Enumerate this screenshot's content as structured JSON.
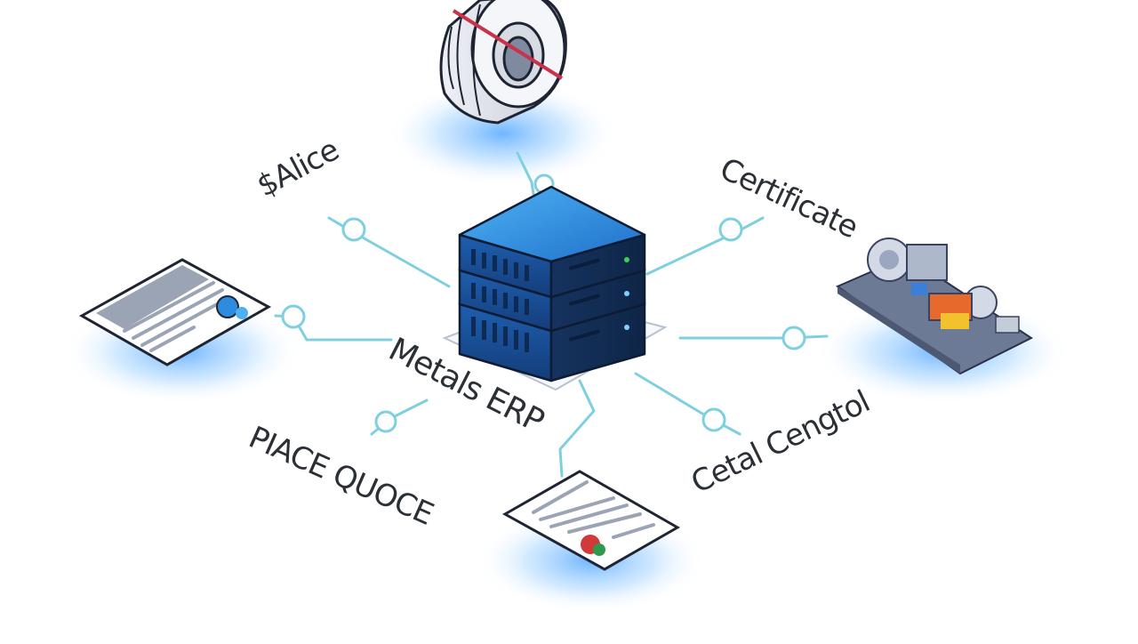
{
  "labels": {
    "invoice": "$Alice",
    "certificate": "Certificate",
    "erp": "Metals ERP",
    "quote": "PIACE QUOCE",
    "control": "Cetal Cengtol"
  },
  "colors": {
    "connector": "#7fd0df",
    "glow": "#4aa8ff",
    "server_top": "#2f8ee6",
    "server_side": "#1a3d7a",
    "outline": "#1f2433",
    "coil_stripe": "#c8324a"
  },
  "icons": {
    "center": "server-stack-icon",
    "top": "metal-coil-icon",
    "left": "invoice-document-icon",
    "bottom": "quote-document-icon",
    "right": "machinery-icon"
  }
}
